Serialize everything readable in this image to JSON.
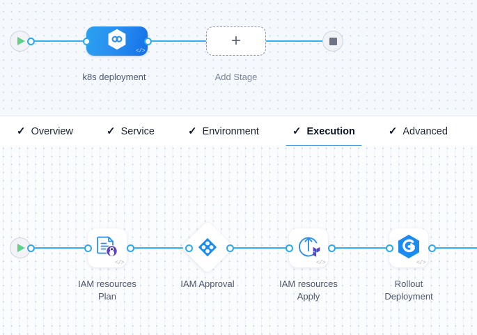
{
  "pipeline": {
    "start_icon": "play-icon",
    "end_icon": "stop-icon",
    "stages": [
      {
        "id": "k8s",
        "label": "k8s deployment",
        "icon": "kubernetes-hexagon-icon",
        "code_glyph": "</>"
      },
      {
        "id": "add",
        "label": "Add Stage",
        "icon": "plus-icon"
      }
    ]
  },
  "tabs": [
    {
      "id": "overview",
      "label": "Overview",
      "check": "✓",
      "active": false
    },
    {
      "id": "service",
      "label": "Service",
      "check": "✓",
      "active": false
    },
    {
      "id": "environment",
      "label": "Environment",
      "check": "✓",
      "active": false
    },
    {
      "id": "execution",
      "label": "Execution",
      "check": "✓",
      "active": true
    },
    {
      "id": "advanced",
      "label": "Advanced",
      "check": "✓",
      "active": false
    }
  ],
  "execution": {
    "start_icon": "play-icon",
    "steps": [
      {
        "id": "iam-plan",
        "label": "IAM resources\nPlan",
        "icon": "terraform-plan-document-icon",
        "shape": "rounded",
        "code_glyph": "</>"
      },
      {
        "id": "iam-approval",
        "label": "IAM Approval",
        "icon": "harness-approval-icon",
        "shape": "diamond"
      },
      {
        "id": "iam-apply",
        "label": "IAM resources\nApply",
        "icon": "terraform-apply-icon",
        "shape": "rounded",
        "code_glyph": "</>"
      },
      {
        "id": "rollout",
        "label": "Rollout\nDeployment",
        "icon": "rollout-deployment-icon",
        "shape": "rounded",
        "code_glyph": "</>"
      }
    ]
  },
  "colors": {
    "edge": "#33b0f0",
    "port_border": "#2aa8ee",
    "accent": "#1b6fd1",
    "node_blue_start": "#28a2ef",
    "node_blue_end": "#1470e8",
    "play_green": "#5fd08a",
    "stop_gray": "#6f7487",
    "terraform_purple": "#5c3fc4",
    "label_text": "#4c566e"
  }
}
